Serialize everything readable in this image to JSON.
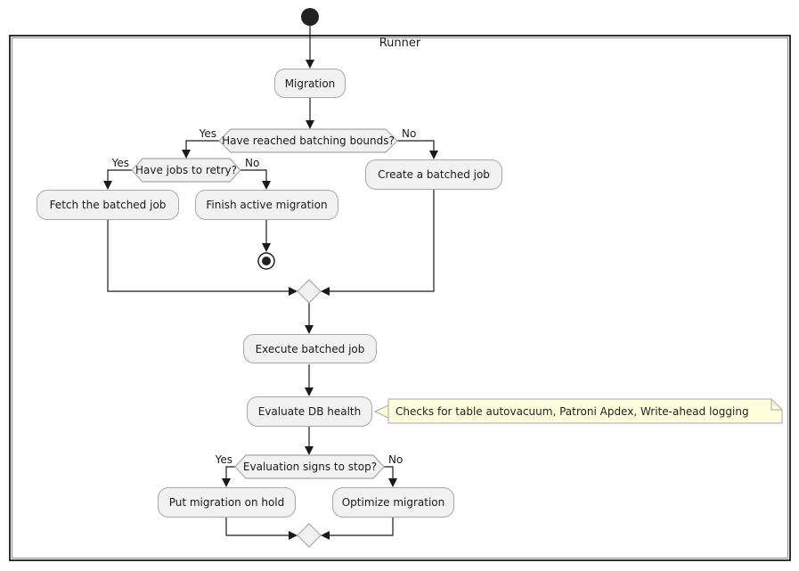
{
  "diagram": {
    "frame_title": "Runner",
    "nodes": {
      "migration": "Migration",
      "create": "Create a batched job",
      "fetch": "Fetch the batched job",
      "finish": "Finish active migration",
      "execute": "Execute batched job",
      "evaluate": "Evaluate DB health",
      "hold": "Put migration on hold",
      "optimize": "Optimize migration"
    },
    "decisions": {
      "batching_bounds": "Have reached batching bounds?",
      "jobs_to_retry": "Have jobs to retry?",
      "signs_to_stop": "Evaluation signs to stop?"
    },
    "branch_labels": {
      "yes": "Yes",
      "no": "No"
    },
    "note": "Checks for table autovacuum, Patroni Apdex, Write-ahead logging",
    "colors": {
      "node_fill": "#F1F1F1",
      "node_border": "#A8A8A8",
      "note_fill": "#FEFFDD",
      "line": "#1A1A1A"
    }
  }
}
